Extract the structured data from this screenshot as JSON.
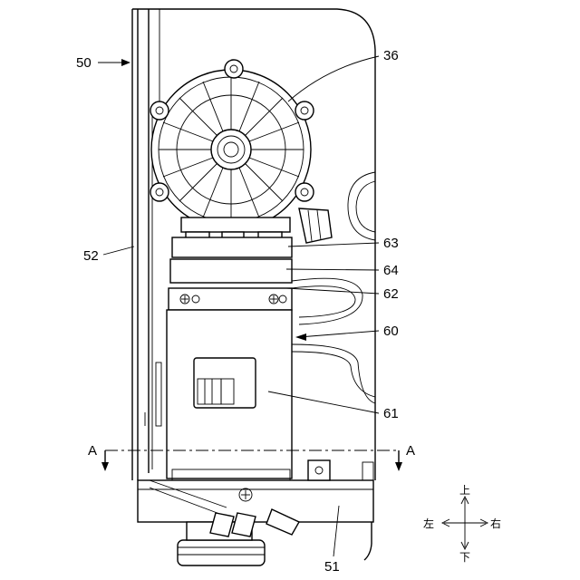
{
  "labels": {
    "l50": "50",
    "l36": "36",
    "l52": "52",
    "l63": "63",
    "l64": "64",
    "l62": "62",
    "l60": "60",
    "l61": "61",
    "l51": "51",
    "section_left": "A",
    "section_right": "A"
  },
  "directions": {
    "up": "上",
    "down": "下",
    "left": "左",
    "right": "右"
  }
}
